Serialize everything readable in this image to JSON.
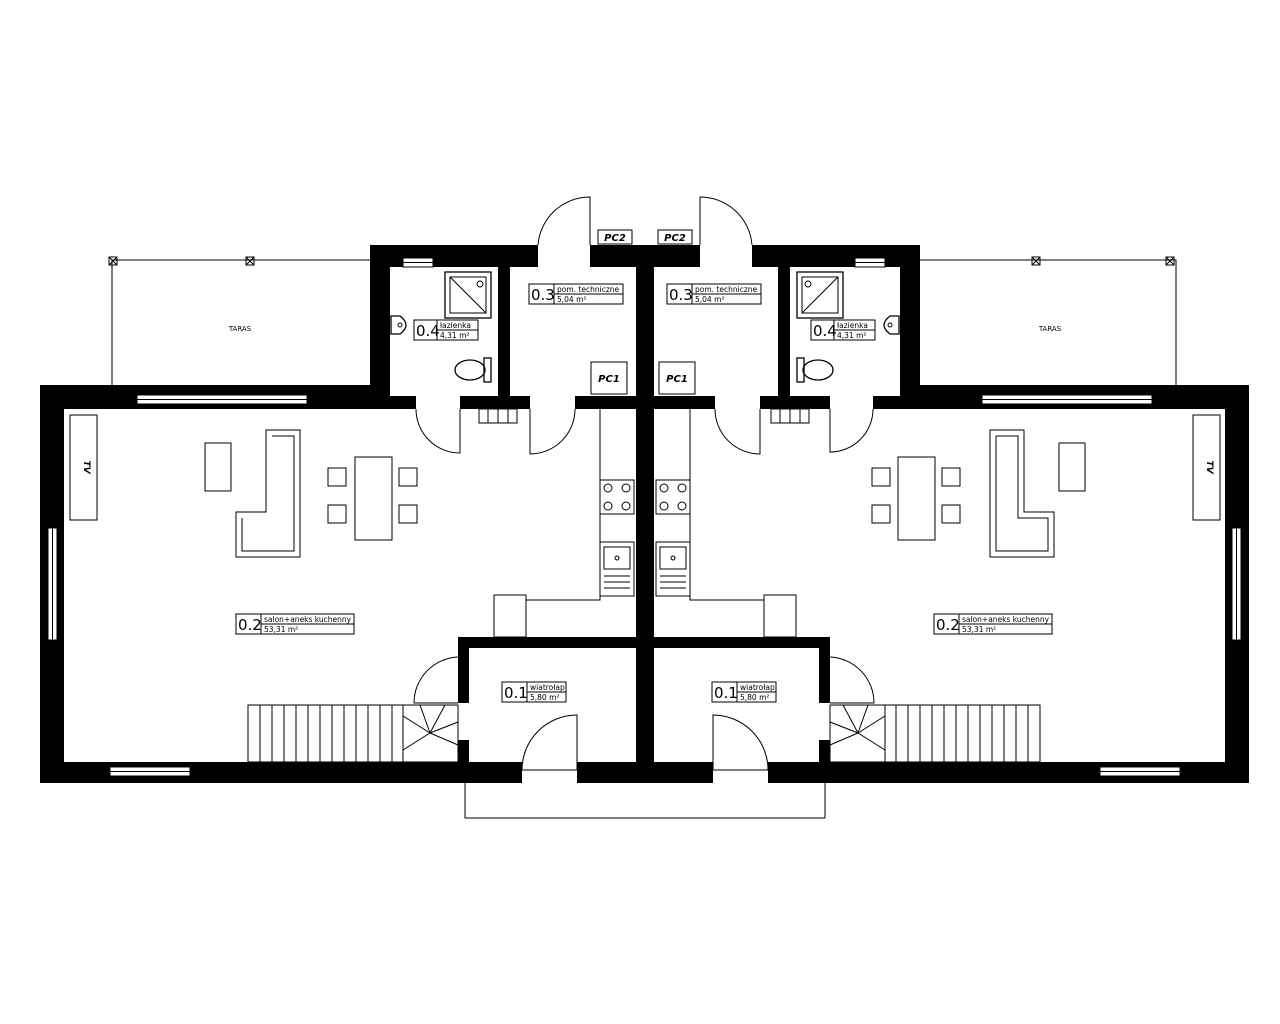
{
  "plan": {
    "terraces": [
      {
        "id": "left",
        "label": "TARAS"
      },
      {
        "id": "right",
        "label": "TARAS"
      }
    ],
    "equipment": {
      "pc2_left": "PC2",
      "pc2_right": "PC2",
      "pc1_left": "PC1",
      "pc1_right": "PC1",
      "tv_left": "TV",
      "tv_right": "TV"
    },
    "rooms": {
      "left": [
        {
          "number": "0.1",
          "name": "wiatrołap",
          "area": "5,80 m²"
        },
        {
          "number": "0.2",
          "name": "salon+aneks kuchenny",
          "area": "53,31 m²"
        },
        {
          "number": "0.3",
          "name": "pom. techniczne",
          "area": "5,04 m²"
        },
        {
          "number": "0.4",
          "name": "łazienka",
          "area": "4,31 m²"
        }
      ],
      "right": [
        {
          "number": "0.1",
          "name": "wiatrołap",
          "area": "5,80 m²"
        },
        {
          "number": "0.2",
          "name": "salon+aneks kuchenny",
          "area": "53,31 m²"
        },
        {
          "number": "0.3",
          "name": "pom. techniczne",
          "area": "5,04 m²"
        },
        {
          "number": "0.4",
          "name": "łazienka",
          "area": "4,31 m²"
        }
      ]
    }
  }
}
